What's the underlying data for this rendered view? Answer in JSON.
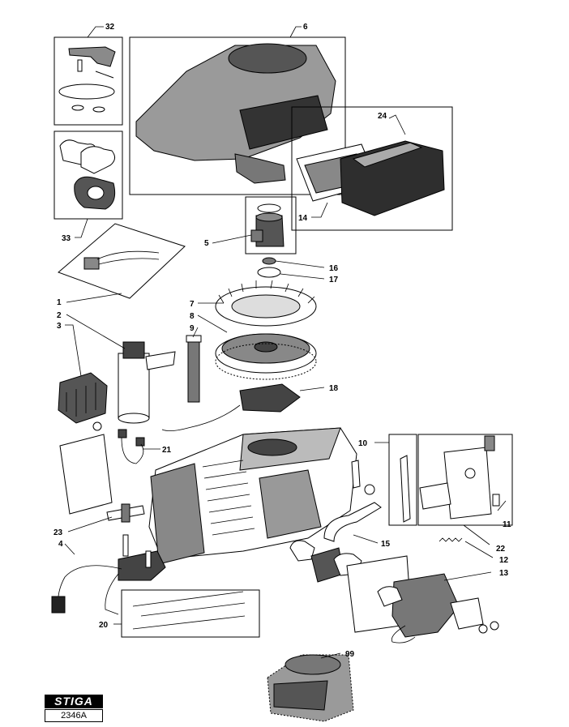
{
  "brand": {
    "name": "STIGA",
    "code": "2346A"
  },
  "callouts": {
    "c1": "1",
    "c2": "2",
    "c3": "3",
    "c4": "4",
    "c5": "5",
    "c6": "6",
    "c7": "7",
    "c8": "8",
    "c9": "9",
    "c10": "10",
    "c11": "11",
    "c12": "12",
    "c13": "13",
    "c14": "14",
    "c15": "15",
    "c16": "16",
    "c17": "17",
    "c18": "18",
    "c20": "20",
    "c21": "21",
    "c22": "22",
    "c23": "23",
    "c24": "24",
    "c32": "32",
    "c33": "33",
    "c99": "99"
  },
  "colors": {
    "ink": "#000000",
    "shade": "#6d6d6d",
    "dark": "#2a2a2a",
    "paper": "#ffffff"
  }
}
